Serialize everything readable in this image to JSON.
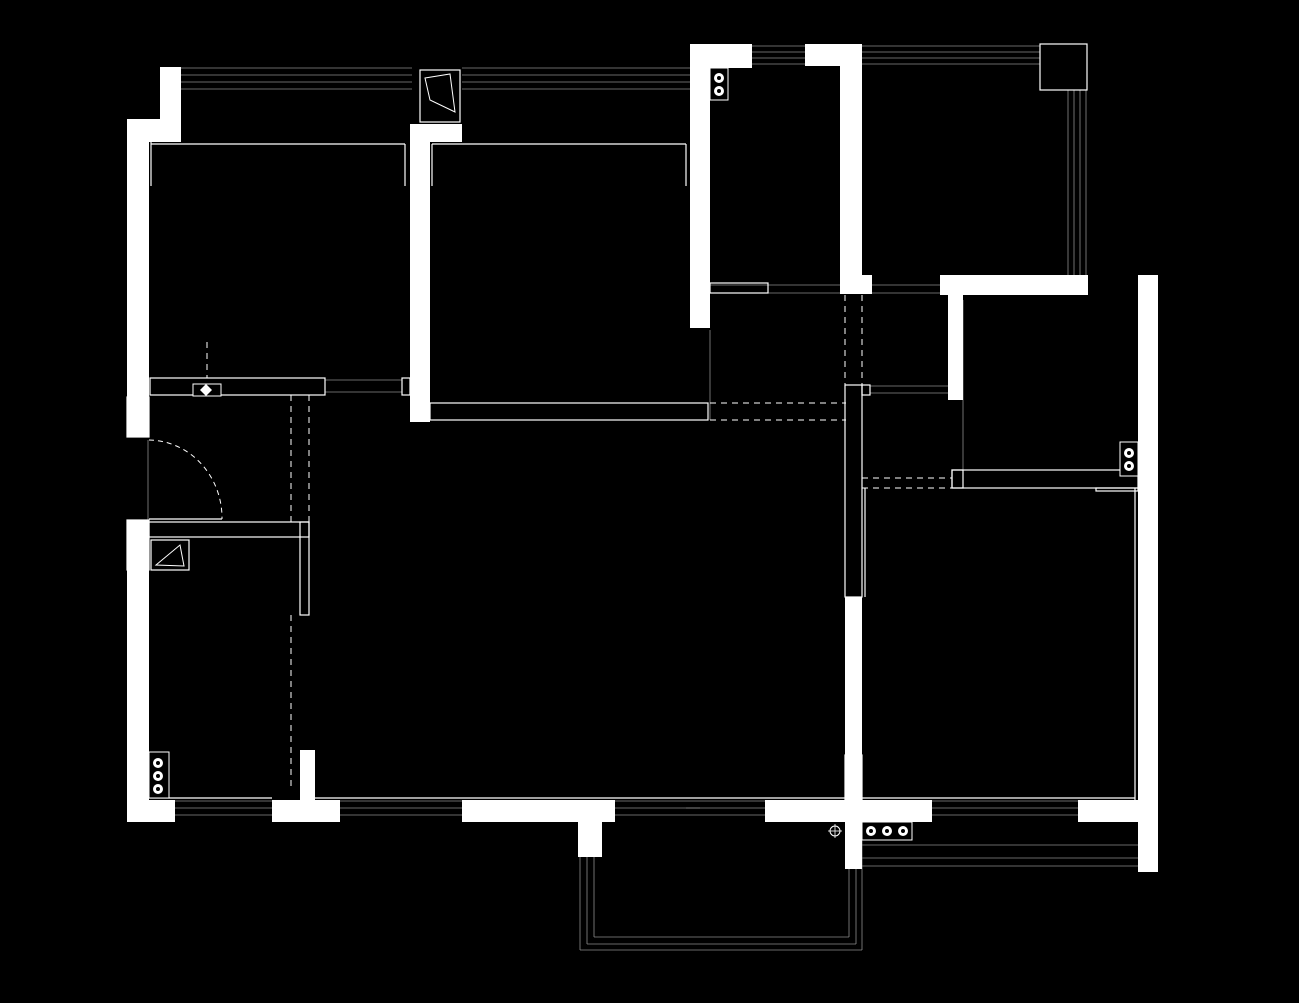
{
  "plan": {
    "background": "#000000",
    "line_color": "#ffffff",
    "window_line_color": "#8c8c8c",
    "rooms": [
      {
        "id": "bedroom-nw"
      },
      {
        "id": "bedroom-north-center"
      },
      {
        "id": "kitchen"
      },
      {
        "id": "balcony-north"
      },
      {
        "id": "bathroom-east"
      },
      {
        "id": "bedroom-se"
      },
      {
        "id": "bathroom-west"
      },
      {
        "id": "living-dining"
      },
      {
        "id": "balcony-south"
      },
      {
        "id": "entry-hall"
      }
    ],
    "icons": [
      "duct-icon",
      "floor-drain-icon",
      "door-swing-icon"
    ]
  }
}
